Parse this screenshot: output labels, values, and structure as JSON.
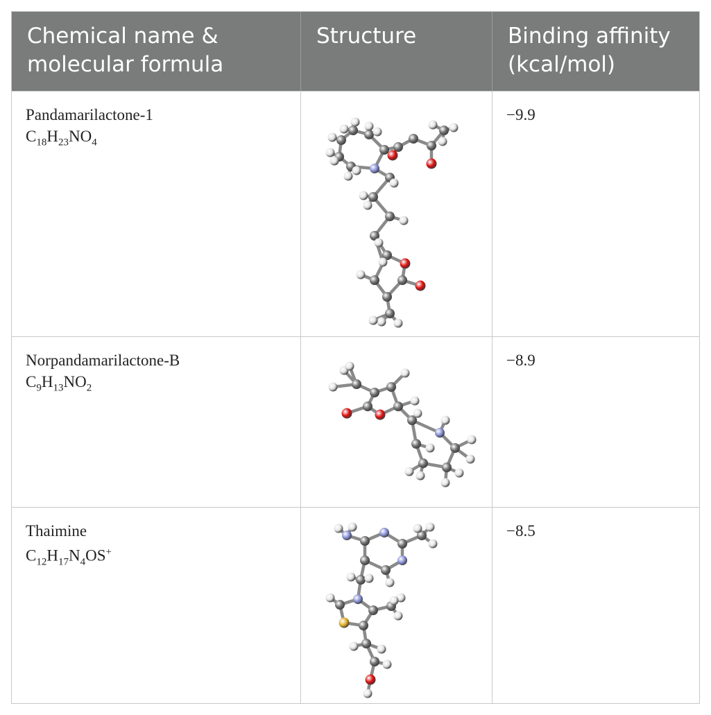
{
  "headers": {
    "name": "Chemical name & molecular formula",
    "structure": "Structure",
    "affinity": "Binding affinity (kcal/mol)"
  },
  "rows": [
    {
      "name": "Pandamarilactone-1",
      "formula_parts": [
        "C",
        "18",
        "H",
        "23",
        "NO",
        "4"
      ],
      "affinity": "−9.9",
      "structure_icon": "pandamarilactone-1-ball-and-stick-model"
    },
    {
      "name": "Norpandamarilactone-B",
      "formula_parts": [
        "C",
        "9",
        "H",
        "13",
        "NO",
        "2"
      ],
      "affinity": "−8.9",
      "structure_icon": "norpandamarilactone-b-ball-and-stick-model"
    },
    {
      "name": "Thaimine",
      "formula_parts": [
        "C",
        "12",
        "H",
        "17",
        "N",
        "4",
        "OS",
        "+"
      ],
      "affinity": "−8.5",
      "structure_icon": "thaimine-ball-and-stick-model"
    }
  ],
  "atom_colors": {
    "carbon": "#707070",
    "hydrogen": "#e4e4e4",
    "oxygen": "#dd1111",
    "nitrogen": "#8a92d8",
    "sulfur": "#e3b12a"
  }
}
